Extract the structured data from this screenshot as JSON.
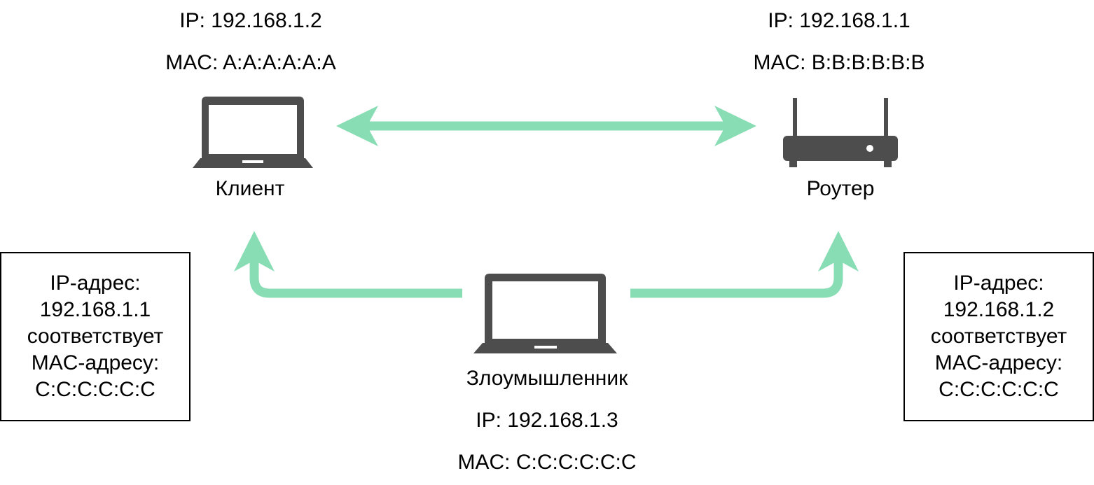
{
  "colors": {
    "arrow": "#88DDB5",
    "icon": "#4D4D4D",
    "text": "#000000",
    "box_border": "#000000"
  },
  "nodes": {
    "client": {
      "ip": "IP: 192.168.1.2",
      "mac": "MAC: A:A:A:A:A:A",
      "label": "Клиент",
      "icon": "laptop-icon"
    },
    "router": {
      "ip": "IP: 192.168.1.1",
      "mac": "MAC: B:B:B:B:B:B",
      "label": "Роутер",
      "icon": "router-icon"
    },
    "attacker": {
      "label": "Злоумышленник",
      "ip": "IP: 192.168.1.3",
      "mac": "MAC: C:C:C:C:C:C",
      "icon": "laptop-icon"
    }
  },
  "notes": {
    "left": {
      "lines": [
        "IP-адрес:",
        "192.168.1.1",
        "соответствует",
        "MAC-адресу:",
        "C:C:C:C:C:C"
      ]
    },
    "right": {
      "lines": [
        "IP-адрес:",
        "192.168.1.2",
        "соответствует",
        "MAC-адресу:",
        "C:C:C:C:C:C"
      ]
    }
  },
  "edges": [
    {
      "from": "client",
      "to": "router",
      "style": "bidirectional"
    },
    {
      "from": "attacker",
      "to": "client",
      "style": "elbow-arrow"
    },
    {
      "from": "attacker",
      "to": "router",
      "style": "elbow-arrow"
    }
  ]
}
